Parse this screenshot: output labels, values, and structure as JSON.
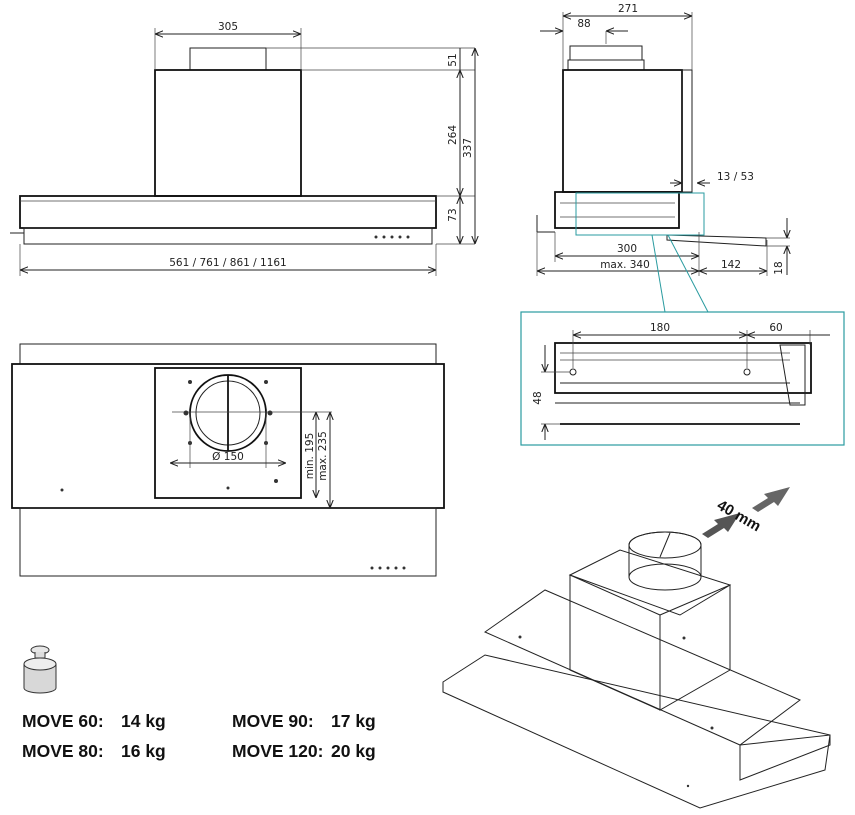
{
  "front_view": {
    "width_top": "305",
    "height_51": "51",
    "height_264": "264",
    "height_337": "337",
    "height_73": "73",
    "overall_widths": "561 / 761 / 861 / 1161"
  },
  "side_view": {
    "depth_271": "271",
    "offset_88": "88",
    "offset_13_53": "13 / 53",
    "depth_300": "300",
    "depth_max": "max. 340",
    "extension_142": "142",
    "thickness_18": "18"
  },
  "detail_view": {
    "spacing_180": "180",
    "spacing_60": "60",
    "height_48": "48",
    "accent_color": "#2a9ba0"
  },
  "bottom_view": {
    "duct_diameter": "Ø 150",
    "min_depth": "min. 195",
    "max_depth": "max. 235"
  },
  "iso_view": {
    "adjust_label": "40 mm",
    "box_color": "#9fc3d1"
  },
  "weights": {
    "icon": "weight-icon",
    "items": [
      {
        "model": "MOVE 60:",
        "weight": "14 kg"
      },
      {
        "model": "MOVE 90:",
        "weight": "17 kg"
      },
      {
        "model": "MOVE 80:",
        "weight": "16 kg"
      },
      {
        "model": "MOVE 120:",
        "weight": "20 kg"
      }
    ]
  }
}
